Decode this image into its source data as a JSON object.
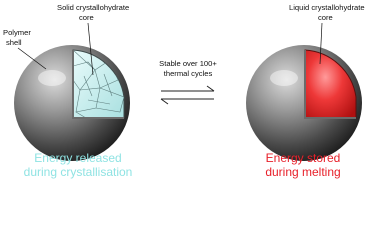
{
  "labels": {
    "solid_core_line1": "Solid crystallohydrate",
    "solid_core_line2": "core",
    "polymer_shell_line1": "Polymer",
    "polymer_shell_line2": "shell",
    "liquid_core_line1": "Liquid crystallohydrate",
    "liquid_core_line2": "core",
    "stability_line1": "Stable over 100+",
    "stability_line2": "thermal cycles"
  },
  "captions": {
    "released_line1": "Energy released",
    "released_line2": "during crystallisation",
    "stored_line1": "Energy stored",
    "stored_line2": "during melting"
  },
  "colors": {
    "released": "#8fe3e3",
    "stored": "#e8202a",
    "solid_core": "#c9eeee",
    "liquid_core": "#e62a2a",
    "shell": "#7a7a7a"
  },
  "icons": {
    "equilibrium_arrows": "equilibrium-arrows-icon"
  }
}
